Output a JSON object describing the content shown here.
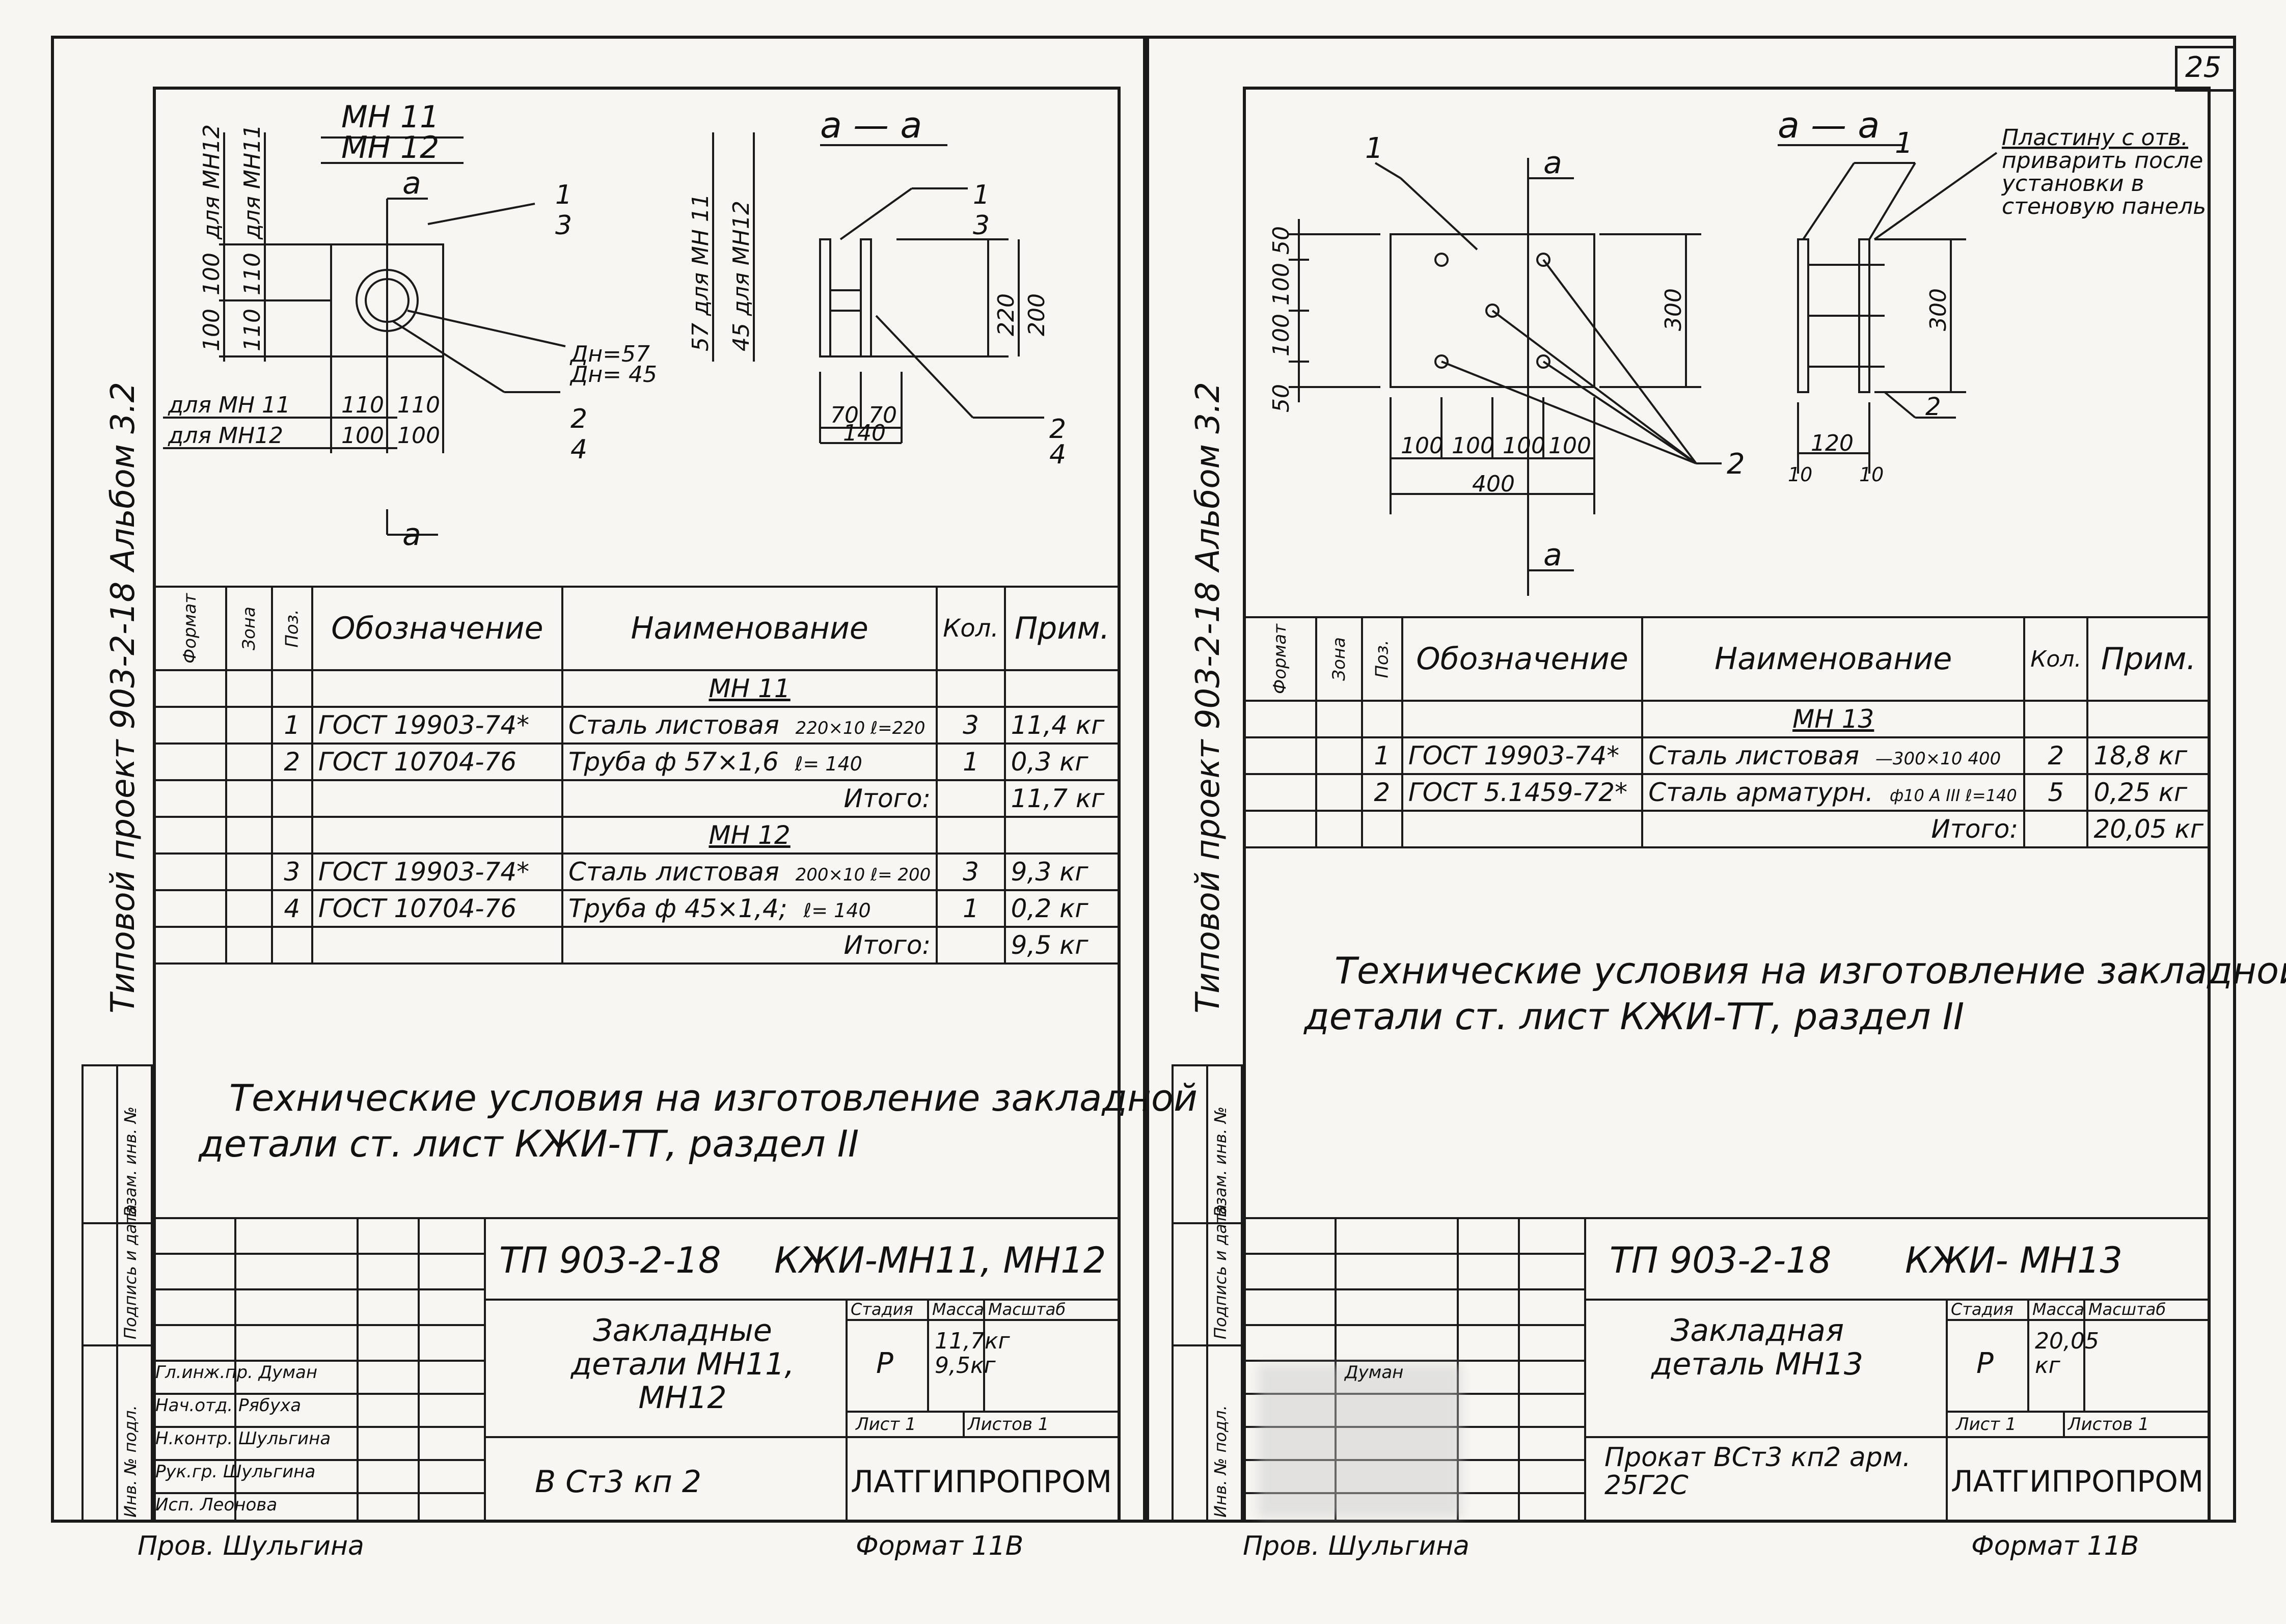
{
  "page_number": "25",
  "left": {
    "side_label": "Типовой проект 903-2-18   Альбом 3.2",
    "drawing": {
      "title_top": "МН 11",
      "title_bottom": "МН 12",
      "section_label": "а — а",
      "cut_mark": "а",
      "pos_1_3_top": "1",
      "pos_1_3_bot": "3",
      "pos_2_4_top": "2",
      "pos_2_4_bot": "4",
      "dn_57": "Дн=57",
      "dn_45": "Дн= 45",
      "dim_for_mn12_v": "для МН12",
      "dim_for_mn11_v": "для МН11",
      "dim_100": "100",
      "dim_110": "110",
      "row_mn11": "для МН 11",
      "row_mn12": "для МН12",
      "dim_57_label": "57 для МН 11",
      "dim_45_label": "45 для МН12",
      "dim_220": "220",
      "dim_200": "200",
      "dim_70": "70",
      "dim_140": "140"
    },
    "spec": {
      "headers": [
        "Формат",
        "Зона",
        "Поз.",
        "Обозначение",
        "Наименование",
        "Кол.",
        "Прим."
      ],
      "group1": "МН 11",
      "rows1": [
        {
          "pos": "1",
          "code": "ГОСТ 19903-74*",
          "name": "Сталь листовая",
          "size": "220×10 ℓ=220",
          "qty": "3",
          "note": "11,4 кг"
        },
        {
          "pos": "2",
          "code": "ГОСТ 10704-76",
          "name": "Труба ф 57×1,6",
          "size": "ℓ= 140",
          "qty": "1",
          "note": "0,3 кг"
        }
      ],
      "total1_label": "Итого:",
      "total1": "11,7 кг",
      "group2": "МН 12",
      "rows2": [
        {
          "pos": "3",
          "code": "ГОСТ 19903-74*",
          "name": "Сталь листовая",
          "size": "200×10 ℓ= 200",
          "qty": "3",
          "note": "9,3 кг"
        },
        {
          "pos": "4",
          "code": "ГОСТ 10704-76",
          "name": "Труба ф 45×1,4;",
          "size": "ℓ= 140",
          "qty": "1",
          "note": "0,2 кг"
        }
      ],
      "total2_label": "Итого:",
      "total2": "9,5 кг"
    },
    "tech_note_1": "Технические условия на изготовление закладной",
    "tech_note_2": "детали ст. лист КЖИ-ТТ, раздел II",
    "side_stamp": [
      "Инв. № подл.",
      "Подпись и дата",
      "Взам. инв. №"
    ],
    "titleblock": {
      "code": "ТП 903-2-18",
      "mark": "КЖИ-МН11, МН12",
      "name": "Закладные детали МН11, МН12",
      "stage_h": "Стадия",
      "mass_h": "Масса",
      "scale_h": "Масштаб",
      "stage": "Р",
      "mass": "11,7кг 9,5кг",
      "sheet": "Лист 1",
      "sheets": "Листов 1",
      "material": "В Ст3 кп 2",
      "org": "ЛАТГИПРОПРОМ",
      "people": [
        "Гл.инж.пр. Думан",
        "Нач.отд. Рябуха",
        "Н.контр. Шульгина",
        "Рук.гр.",
        "Рук.гр. Шульгина",
        "Исп. Леонова"
      ]
    },
    "checked": "Пров. Шульгина",
    "format": "Формат 11В"
  },
  "right": {
    "side_label": "Типовой проект 903-2-18   Альбом 3.2",
    "drawing": {
      "section_label": "а — а",
      "cut_mark": "а",
      "pos_1": "1",
      "pos_2": "2",
      "note_1": "Пластину с отв.",
      "note_2": "приварить после",
      "note_3": "установки в",
      "note_4": "стеновую панель",
      "dim_50": "50",
      "dim_100": "100",
      "dim_300": "300",
      "dim_400": "400",
      "dim_120": "120",
      "dim_10": "10",
      "dim_2": "2"
    },
    "spec": {
      "headers": [
        "Формат",
        "Зона",
        "Поз.",
        "Обозначение",
        "Наименование",
        "Кол.",
        "Прим."
      ],
      "group1": "МН 13",
      "rows1": [
        {
          "pos": "1",
          "code": "ГОСТ 19903-74*",
          "name": "Сталь листовая",
          "size": "—300×10 400",
          "qty": "2",
          "note": "18,8 кг"
        },
        {
          "pos": "2",
          "code": "ГОСТ 5.1459-72*",
          "name": "Сталь арматурн.",
          "size": "ф10 А III ℓ=140",
          "qty": "5",
          "note": "0,25 кг"
        }
      ],
      "total1_label": "Итого:",
      "total1": "20,05 кг"
    },
    "tech_note_1": "Технические условия на изготовление закладной",
    "tech_note_2": "детали ст. лист КЖИ-ТТ, раздел II",
    "side_stamp": [
      "Инв. № подл.",
      "Подпись и дата",
      "Взам. инв. №"
    ],
    "titleblock": {
      "code": "ТП 903-2-18",
      "mark": "КЖИ- МН13",
      "name": "Закладная деталь МН13",
      "stage_h": "Стадия",
      "mass_h": "Масса",
      "scale_h": "Масштаб",
      "stage": "Р",
      "mass": "20,05 кг",
      "sheet": "Лист 1",
      "sheets": "Листов 1",
      "material": "Прокат ВСт3 кп2 арм. 25Г2С",
      "org": "ЛАТГИПРОПРОМ",
      "people": [
        "Думан",
        "",
        "",
        "",
        "",
        ""
      ]
    },
    "checked": "Пров. Шульгина",
    "format": "Формат 11В"
  }
}
